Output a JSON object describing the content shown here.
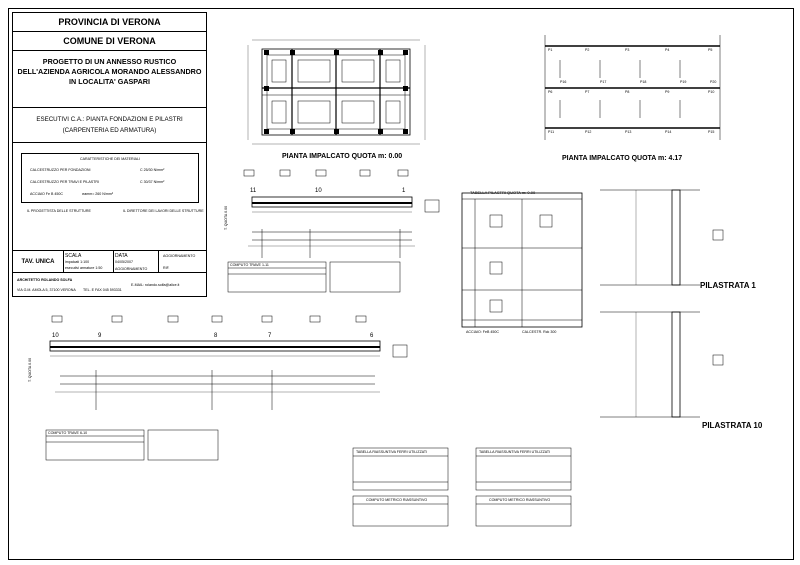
{
  "title_block": {
    "province": "PROVINCIA DI VERONA",
    "comune": "COMUNE DI VERONA",
    "project_lines": [
      "PROGETTO DI UN ANNESSO RUSTICO",
      "DELL'AZIENDA AGRICOLA MORANDO ALESSANDRO",
      "IN LOCALITA' GASPARI"
    ],
    "exec_line1": "ESECUTIVI C.A.: PIANTA FONDAZIONI E PILASTRI",
    "exec_line2": "(CARPENTERIA ED ARMATURA)",
    "materials_title": "CARATTERISTICHE DEI MATERIALI",
    "materials": [
      {
        "name": "CALCESTRUZZO PER FONDAZIONI",
        "value": "C 25/30 N/mm²"
      },
      {
        "name": "CALCESTRUZZO PER TRAVI E PILASTRI",
        "value": "C 30/37 N/mm²"
      },
      {
        "name": "ACCIAIO Fe B 450C",
        "value": "σamm= 260 N/mm²"
      }
    ],
    "progettista": "IL PROGETTISTA DELLE STRUTTURE",
    "direttore": "IL DIRETTORE DEI LAVORI DELLE STRUTTURE",
    "tav": "TAV. UNICA",
    "scala_label": "SCALA",
    "scala_1": "impalcati 1:100",
    "scala_2": "esecutivi armature 1:50",
    "data_label": "DATA",
    "data_value": "04/05/2007",
    "aggiornamento": "AGGIORNAMENTO",
    "rif": "RIF.",
    "architect": "ARCHITETTO ROLANDO SOLFA",
    "address": "VIA G.M. AMOLA 5, 37100 VERONA",
    "tel": "TEL. E FAX 045 593331",
    "email": "E-MAIL: rolando.solfa@alice.it"
  },
  "drawings": {
    "plan_ground": "PIANTA IMPALCATO QUOTA m: 0.00",
    "plan_upper": "PIANTA IMPALCATO QUOTA m: 4.17",
    "pillar_table": "TABELLA PILASTRI QUOTA m: 0.00",
    "pillar1": "PILASTRATA 1",
    "pillar10": "PILASTRATA 10",
    "elev_label_1": "T. QUOTA 0.00",
    "elev_label_2": "T. QUOTA 0.00",
    "beam1_nodes": [
      "11",
      "10",
      "1"
    ],
    "beam2_nodes": [
      "10",
      "9",
      "8",
      "7",
      "6"
    ],
    "upper_tags": [
      "P1",
      "P2",
      "P3",
      "P4",
      "P5",
      "P6",
      "P7",
      "P8",
      "P9",
      "P10",
      "P11",
      "P12",
      "P13",
      "P14",
      "P15",
      "P16",
      "P17",
      "P18",
      "P19",
      "P20"
    ],
    "summary_1": "TABELLA RIASSUNTIVA FERRI UTILIZZATI",
    "summary_2": "TABELLA RIASSUNTIVA FERRI UTILIZZATI",
    "computo_1": "COMPUTO METRICO RIASSUNTIVO",
    "computo_2": "COMPUTO METRICO RIASSUNTIVO",
    "steel_note": "ACCIAIO: FeB 450C",
    "cls_note": "CALCESTR. Rck 300",
    "computo_small": "COMPUTO TRAVE 1-11",
    "computo_small2": "COMPUTO TRAVE 6-10"
  }
}
